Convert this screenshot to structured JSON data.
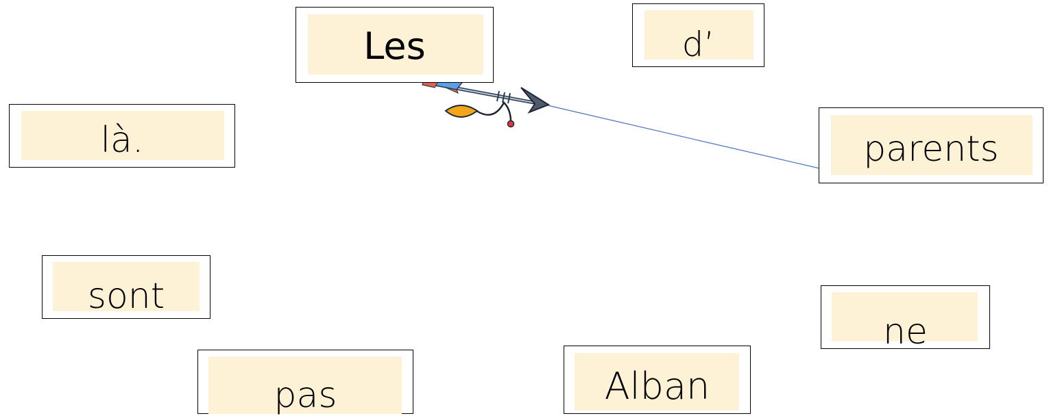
{
  "words": {
    "les": "Les",
    "d_apos": "d’",
    "la": "là.",
    "parents": "parents",
    "sont": "sont",
    "ne": "ne",
    "pas": "pas",
    "alban": "Alban"
  },
  "colors": {
    "card_fill": "#fdf1d6",
    "card_border": "#000000",
    "connector_line": "#4472c4"
  },
  "icons": {
    "arrow": "arrow-with-feathers-icon"
  }
}
